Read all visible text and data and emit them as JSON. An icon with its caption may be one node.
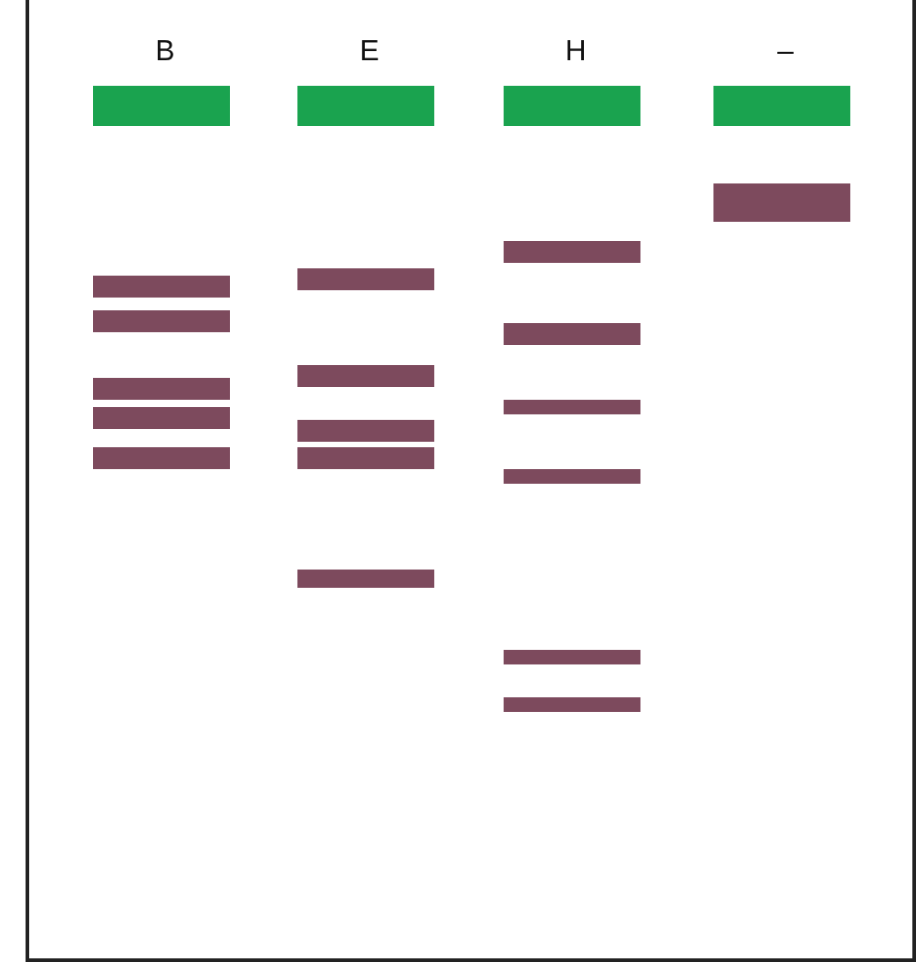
{
  "diagram": {
    "labels": [
      "B",
      "E",
      "H",
      "–"
    ]
  }
}
